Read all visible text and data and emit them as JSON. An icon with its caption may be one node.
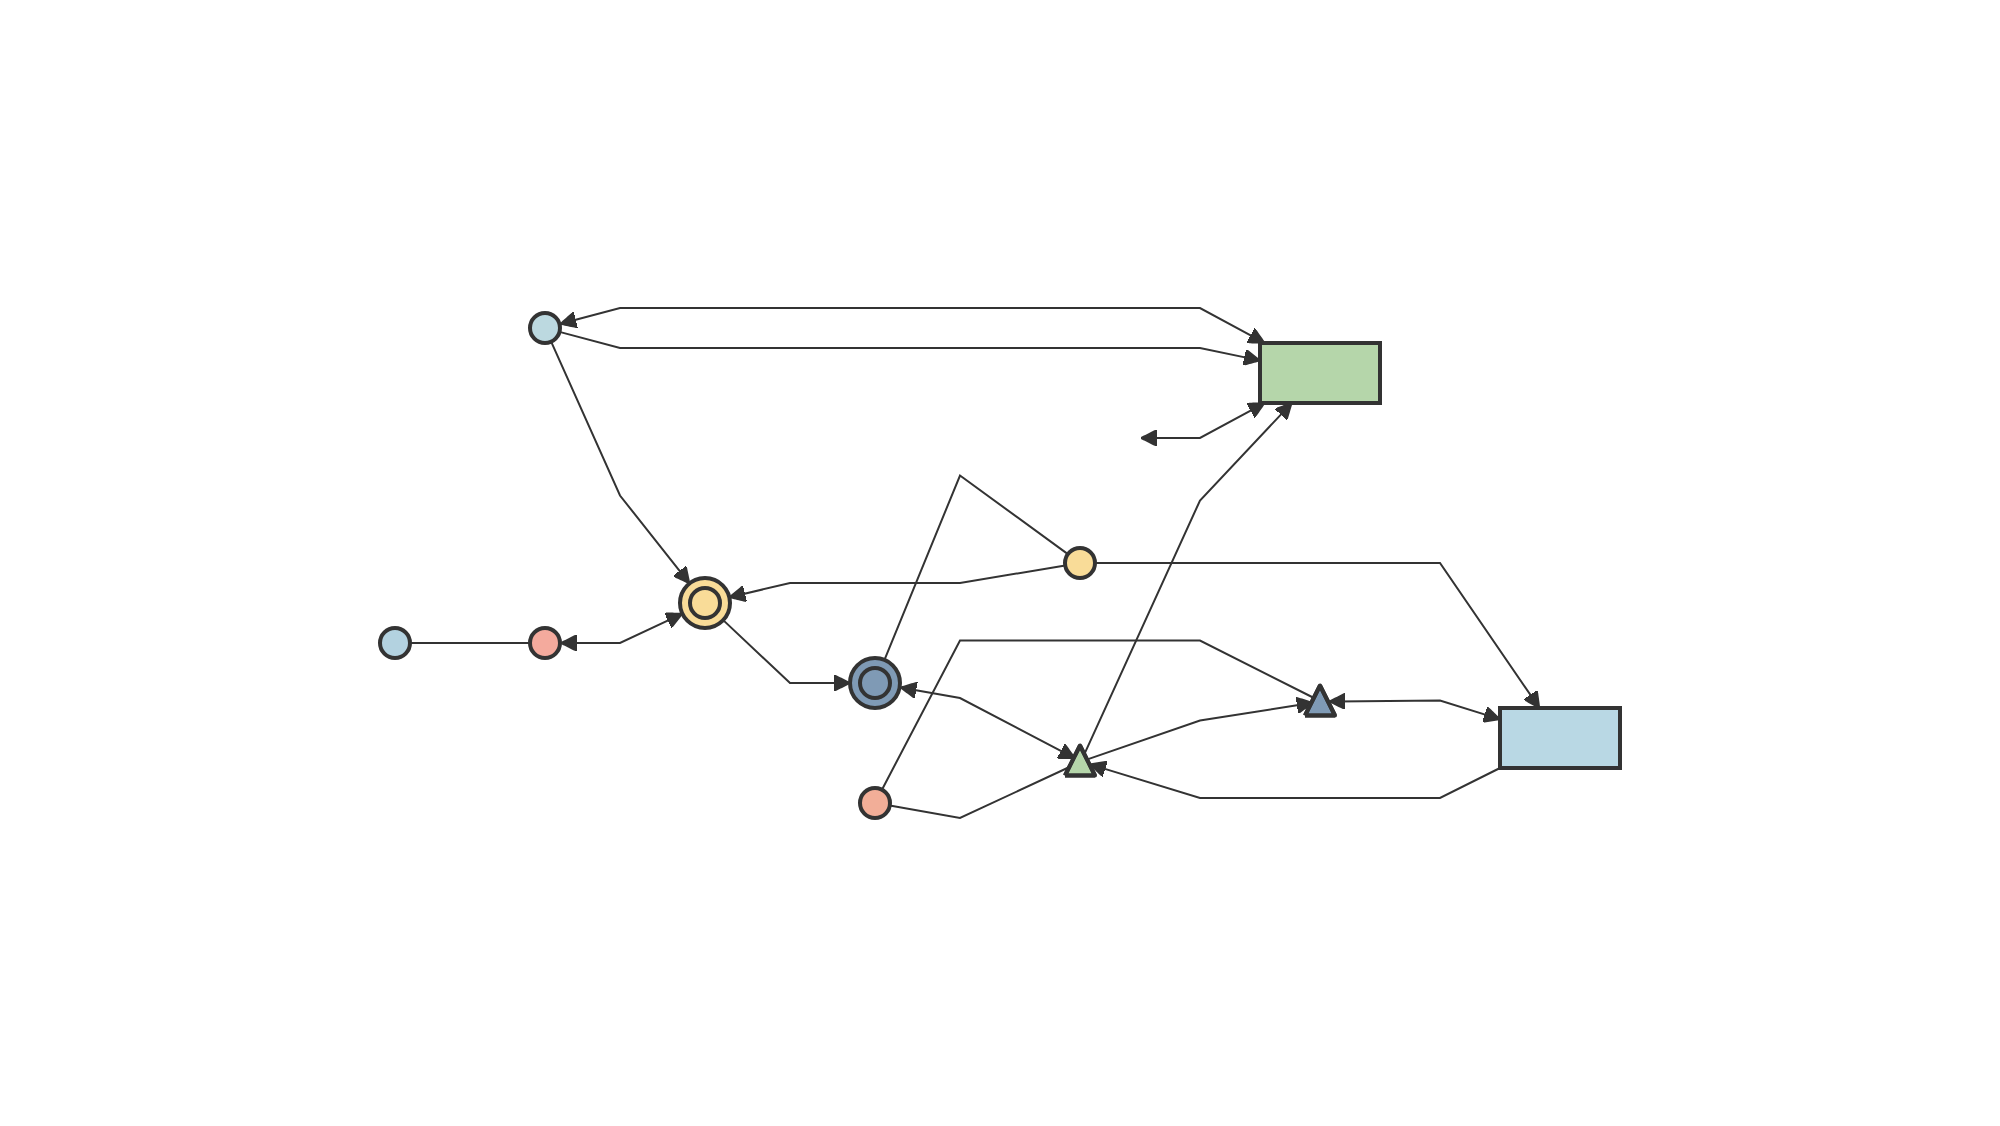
{
  "diagram": {
    "nodes": [
      {
        "text": [],
        "shape": "circle"
      },
      {
        "text": [],
        "shape": "box"
      },
      {
        "text": [],
        "shape": "circle"
      },
      {
        "text": [],
        "shape": "circle"
      },
      {
        "text": [],
        "shape": "circle"
      },
      {
        "text": [],
        "shape": "circle"
      },
      {
        "text": [],
        "shape": "circle"
      },
      {
        "text": [],
        "shape": "triangle"
      },
      {
        "text": [],
        "shape": "triangle"
      },
      {
        "text": [],
        "shape": "circle"
      },
      {
        "text": [],
        "shape": "box"
      }
    ],
    "edges": [
      {
        "from": 0,
        "to": 1,
        "arrow": "both"
      },
      {
        "from": 0,
        "to": 1,
        "arrow": "to"
      },
      {
        "from": null,
        "to": 1,
        "arrow": "both"
      },
      {
        "from": 0,
        "to": 5,
        "arrow": "to"
      },
      {
        "from": 2,
        "to": 4,
        "arrow": "none"
      },
      {
        "from": 4,
        "to": 5,
        "arrow": "both"
      },
      {
        "from": 5,
        "to": 6,
        "arrow": "to"
      },
      {
        "from": 6,
        "to": 7,
        "arrow": "both"
      },
      {
        "from": 7,
        "to": 1,
        "arrow": "to"
      },
      {
        "from": 3,
        "to": 7,
        "arrow": "none"
      },
      {
        "from": 3,
        "to": 8,
        "arrow": "none"
      },
      {
        "from": 7,
        "to": 8,
        "arrow": "to"
      },
      {
        "from": 9,
        "to": 5,
        "arrow": "to"
      },
      {
        "from": 6,
        "to": 9,
        "arrow": "none"
      },
      {
        "from": 9,
        "to": 10,
        "arrow": "to"
      },
      {
        "from": 10,
        "to": 7,
        "arrow": "to"
      },
      {
        "from": 8,
        "to": 10,
        "arrow": "both"
      }
    ]
  }
}
